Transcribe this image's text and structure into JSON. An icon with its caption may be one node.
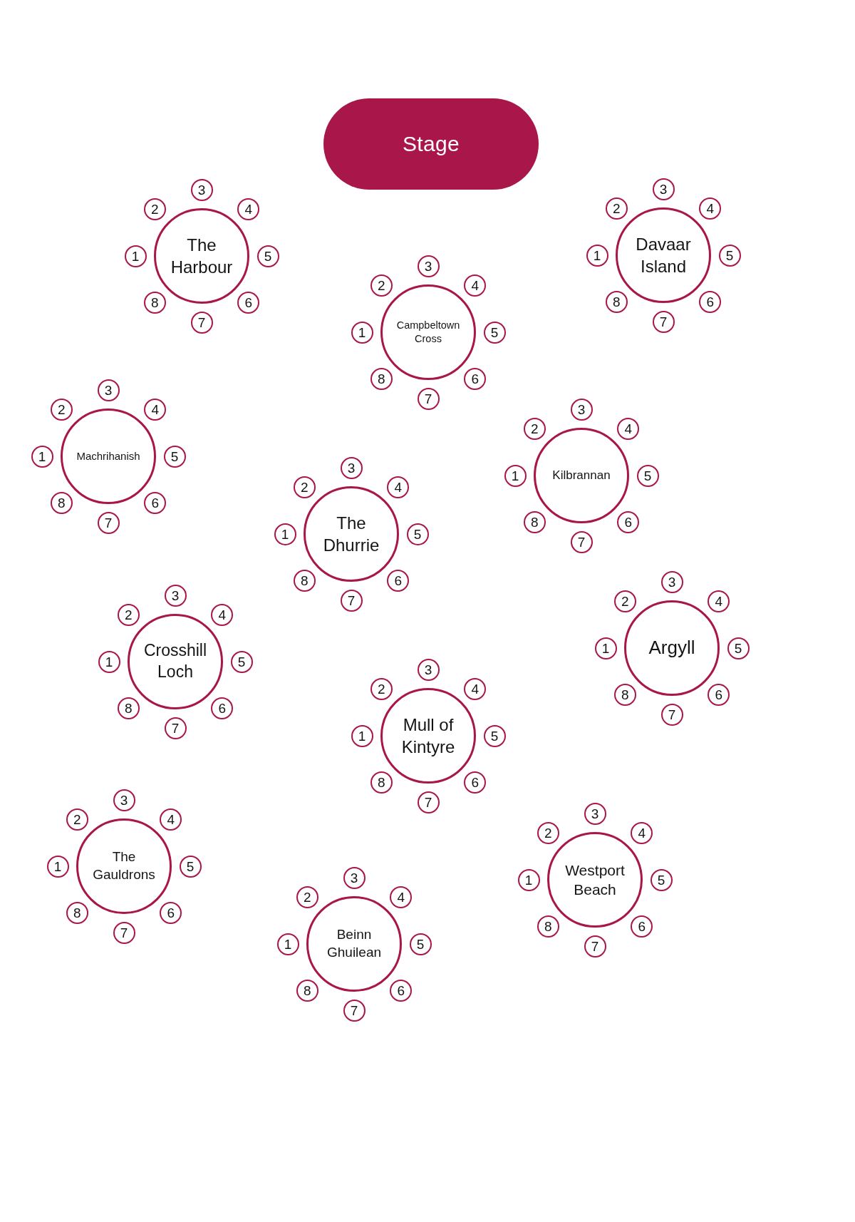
{
  "diagram": {
    "nodes": [
      {
        "text": [
          "Stage"
        ]
      },
      {
        "text": [
          "The Harbour"
        ]
      },
      {
        "text": [
          "1"
        ]
      },
      {
        "text": [
          "2"
        ]
      },
      {
        "text": [
          "3"
        ]
      },
      {
        "text": [
          "4"
        ]
      },
      {
        "text": [
          "5"
        ]
      },
      {
        "text": [
          "6"
        ]
      },
      {
        "text": [
          "7"
        ]
      },
      {
        "text": [
          "8"
        ]
      },
      {
        "text": [
          "Davaar Island"
        ]
      },
      {
        "text": [
          "1"
        ]
      },
      {
        "text": [
          "2"
        ]
      },
      {
        "text": [
          "3"
        ]
      },
      {
        "text": [
          "4"
        ]
      },
      {
        "text": [
          "5"
        ]
      },
      {
        "text": [
          "6"
        ]
      },
      {
        "text": [
          "7"
        ]
      },
      {
        "text": [
          "8"
        ]
      },
      {
        "text": [
          "Campbeltown Cross"
        ]
      },
      {
        "text": [
          "1"
        ]
      },
      {
        "text": [
          "2"
        ]
      },
      {
        "text": [
          "3"
        ]
      },
      {
        "text": [
          "4"
        ]
      },
      {
        "text": [
          "5"
        ]
      },
      {
        "text": [
          "6"
        ]
      },
      {
        "text": [
          "7"
        ]
      },
      {
        "text": [
          "8"
        ]
      },
      {
        "text": [
          "Machrihanish"
        ]
      },
      {
        "text": [
          "1"
        ]
      },
      {
        "text": [
          "2"
        ]
      },
      {
        "text": [
          "3"
        ]
      },
      {
        "text": [
          "4"
        ]
      },
      {
        "text": [
          "5"
        ]
      },
      {
        "text": [
          "6"
        ]
      },
      {
        "text": [
          "7"
        ]
      },
      {
        "text": [
          "8"
        ]
      },
      {
        "text": [
          "Kilbrannan"
        ]
      },
      {
        "text": [
          "1"
        ]
      },
      {
        "text": [
          "2"
        ]
      },
      {
        "text": [
          "3"
        ]
      },
      {
        "text": [
          "4"
        ]
      },
      {
        "text": [
          "5"
        ]
      },
      {
        "text": [
          "6"
        ]
      },
      {
        "text": [
          "7"
        ]
      },
      {
        "text": [
          "8"
        ]
      },
      {
        "text": [
          "The Dhurrie"
        ]
      },
      {
        "text": [
          "1"
        ]
      },
      {
        "text": [
          "2"
        ]
      },
      {
        "text": [
          "3"
        ]
      },
      {
        "text": [
          "4"
        ]
      },
      {
        "text": [
          "5"
        ]
      },
      {
        "text": [
          "6"
        ]
      },
      {
        "text": [
          "7"
        ]
      },
      {
        "text": [
          "8"
        ]
      },
      {
        "text": [
          "Argyll"
        ]
      },
      {
        "text": [
          "1"
        ]
      },
      {
        "text": [
          "2"
        ]
      },
      {
        "text": [
          "3"
        ]
      },
      {
        "text": [
          "4"
        ]
      },
      {
        "text": [
          "5"
        ]
      },
      {
        "text": [
          "6"
        ]
      },
      {
        "text": [
          "7"
        ]
      },
      {
        "text": [
          "8"
        ]
      },
      {
        "text": [
          "Crosshill Loch"
        ]
      },
      {
        "text": [
          "1"
        ]
      },
      {
        "text": [
          "2"
        ]
      },
      {
        "text": [
          "3"
        ]
      },
      {
        "text": [
          "4"
        ]
      },
      {
        "text": [
          "5"
        ]
      },
      {
        "text": [
          "6"
        ]
      },
      {
        "text": [
          "7"
        ]
      },
      {
        "text": [
          "8"
        ]
      },
      {
        "text": [
          "Mull of Kintyre"
        ]
      },
      {
        "text": [
          "1"
        ]
      },
      {
        "text": [
          "2"
        ]
      },
      {
        "text": [
          "3"
        ]
      },
      {
        "text": [
          "4"
        ]
      },
      {
        "text": [
          "5"
        ]
      },
      {
        "text": [
          "6"
        ]
      },
      {
        "text": [
          "7"
        ]
      },
      {
        "text": [
          "8"
        ]
      },
      {
        "text": [
          "The Gauldrons"
        ]
      },
      {
        "text": [
          "1"
        ]
      },
      {
        "text": [
          "2"
        ]
      },
      {
        "text": [
          "3"
        ]
      },
      {
        "text": [
          "4"
        ]
      },
      {
        "text": [
          "5"
        ]
      },
      {
        "text": [
          "6"
        ]
      },
      {
        "text": [
          "7"
        ]
      },
      {
        "text": [
          "8"
        ]
      },
      {
        "text": [
          "Westport Beach"
        ]
      },
      {
        "text": [
          "1"
        ]
      },
      {
        "text": [
          "2"
        ]
      },
      {
        "text": [
          "3"
        ]
      },
      {
        "text": [
          "4"
        ]
      },
      {
        "text": [
          "5"
        ]
      },
      {
        "text": [
          "6"
        ]
      },
      {
        "text": [
          "7"
        ]
      },
      {
        "text": [
          "8"
        ]
      },
      {
        "text": [
          "Beinn Ghuilean"
        ]
      },
      {
        "text": [
          "1"
        ]
      },
      {
        "text": [
          "2"
        ]
      },
      {
        "text": [
          "3"
        ]
      },
      {
        "text": [
          "4"
        ]
      },
      {
        "text": [
          "5"
        ]
      },
      {
        "text": [
          "6"
        ]
      },
      {
        "text": [
          "7"
        ]
      },
      {
        "text": [
          "8"
        ]
      }
    ]
  }
}
